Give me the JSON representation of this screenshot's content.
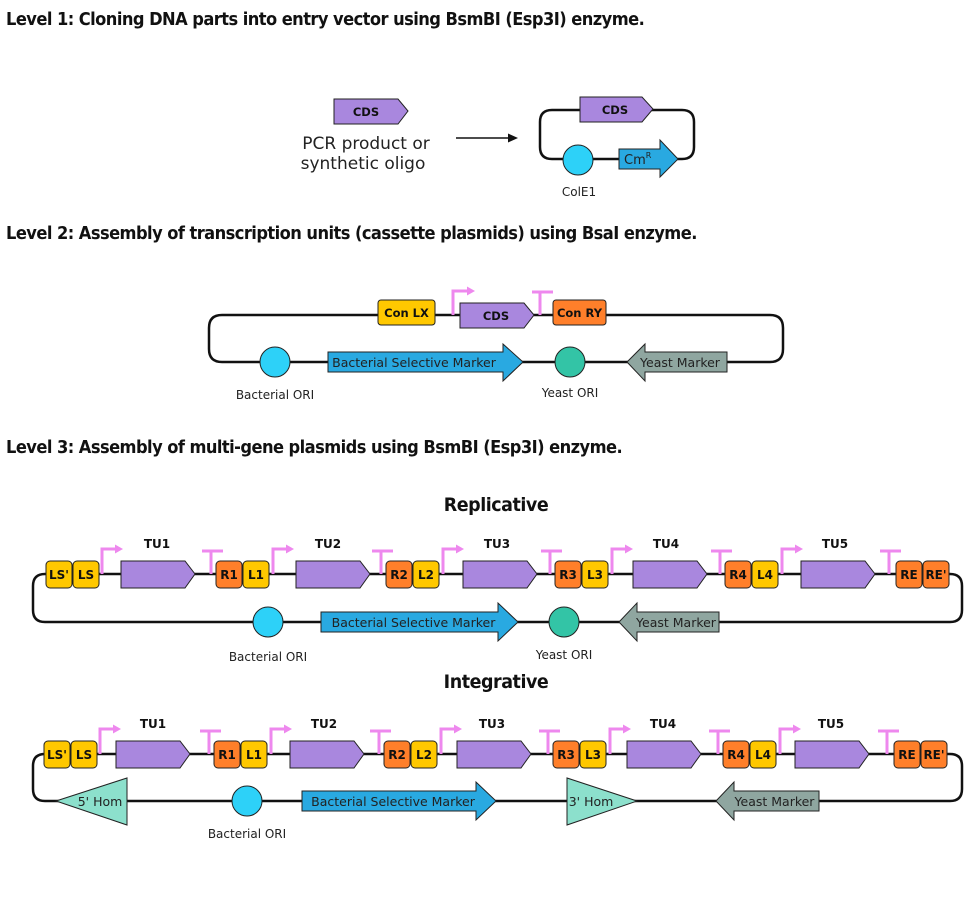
{
  "headings": {
    "level1": "Level 1: Cloning DNA parts into entry vector using BsmBI (Esp3I) enzyme.",
    "level2": "Level 2: Assembly of transcription units (cassette plasmids) using BsaI enzyme.",
    "level3": "Level 3: Assembly of multi-gene plasmids using BsmBI (Esp3I) enzyme."
  },
  "colors": {
    "cds": "#a987de",
    "bacterial_marker": "#29a9e1",
    "bacterial_ori": "#2dd1f8",
    "yeast_ori": "#33c4a6",
    "yeast_marker": "#8fa6a0",
    "homology": "#8ce0cc",
    "connector_left": "#ffc800",
    "connector_right": "#ff7f2a",
    "promoter_terminator": "#ee88ee",
    "backbone": "#111111"
  },
  "level1": {
    "input_part": "CDS",
    "input_caption_line1": "PCR product or",
    "input_caption_line2": "synthetic oligo",
    "vector_part": "CDS",
    "resistance_marker": "Cm",
    "resistance_superscript": "R",
    "origin": "ColE1"
  },
  "level2": {
    "left_connector": "Con LX",
    "cds": "CDS",
    "right_connector": "Con RY",
    "bacterial_marker": "Bacterial Selective Marker",
    "yeast_marker": "Yeast Marker",
    "bacterial_ori": "Bacterial ORI",
    "yeast_ori": "Yeast ORI"
  },
  "level3": {
    "replicative": {
      "title": "Replicative",
      "bacterial_marker": "Bacterial Selective Marker",
      "yeast_marker": "Yeast Marker",
      "bacterial_ori": "Bacterial ORI",
      "yeast_ori": "Yeast ORI"
    },
    "integrative": {
      "title": "Integrative",
      "bacterial_marker": "Bacterial Selective Marker",
      "yeast_marker": "Yeast Marker",
      "bacterial_ori": "Bacterial ORI",
      "homology_5": "5' Hom",
      "homology_3": "3' Hom"
    },
    "start_connectors": [
      "LS'",
      "LS"
    ],
    "end_connectors": [
      "RE",
      "RE'"
    ],
    "transcription_units": [
      "TU1",
      "TU2",
      "TU3",
      "TU4",
      "TU5"
    ],
    "junctions": [
      [
        "R1",
        "L1"
      ],
      [
        "R2",
        "L2"
      ],
      [
        "R3",
        "L3"
      ],
      [
        "R4",
        "L4"
      ]
    ]
  }
}
